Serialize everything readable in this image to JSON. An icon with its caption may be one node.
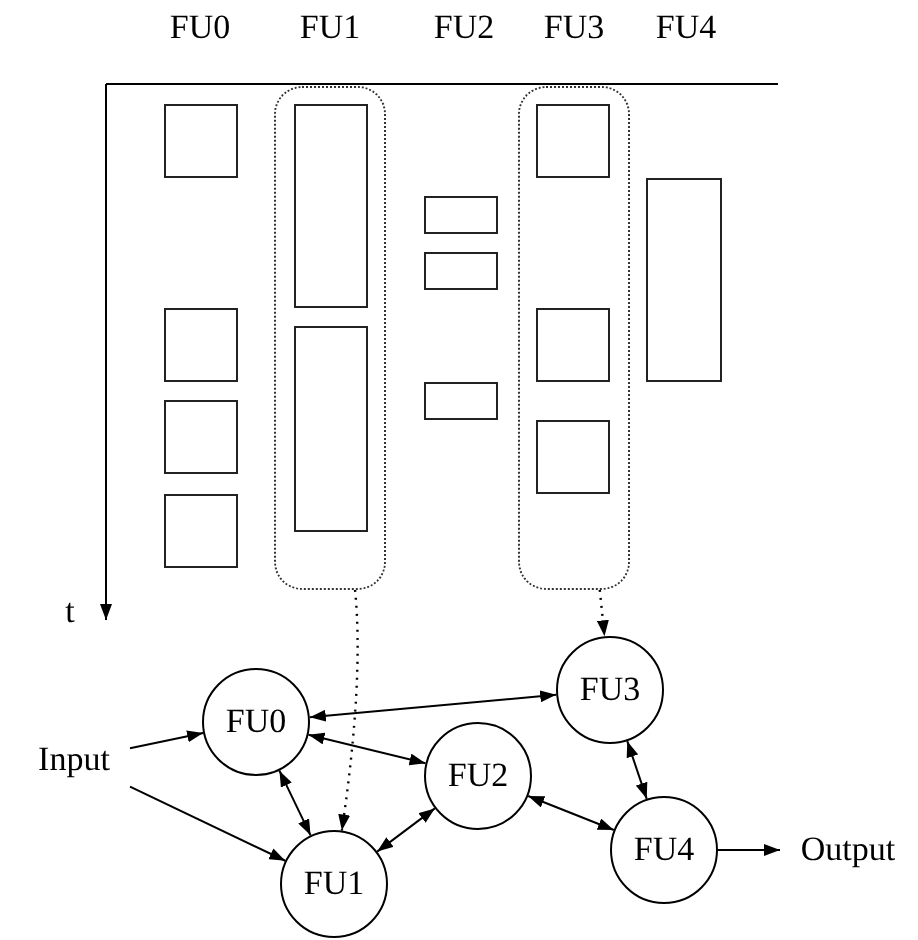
{
  "diagram": {
    "nodes": [
      {
        "text": [],
        "shape": "box"
      },
      {
        "text": [],
        "shape": "box"
      },
      {
        "text": [],
        "shape": "box"
      },
      {
        "text": [],
        "shape": "box"
      },
      {
        "text": [],
        "shape": "box"
      },
      {
        "text": [],
        "shape": "box",
        "in": 4
      },
      {
        "text": [],
        "shape": "box",
        "in": 4
      },
      {
        "text": [],
        "shape": "box"
      },
      {
        "text": [],
        "shape": "box"
      },
      {
        "text": [],
        "shape": "box"
      },
      {
        "text": [],
        "shape": "box"
      },
      {
        "text": [],
        "shape": "box",
        "in": 10
      },
      {
        "text": [],
        "shape": "box",
        "in": 10
      },
      {
        "text": [],
        "shape": "box",
        "in": 10
      },
      {
        "text": [],
        "shape": "box"
      },
      {
        "text": [
          "Input"
        ]
      },
      {
        "text": [
          "FU0"
        ]
      },
      {
        "text": [
          "FU3"
        ]
      },
      {
        "text": [
          "FU2"
        ]
      },
      {
        "text": [
          "FU1"
        ]
      },
      {
        "text": [
          "FU4"
        ]
      },
      {
        "text": [
          "Output"
        ]
      }
    ],
    "edges": [
      {
        "from": 15,
        "to": 16,
        "arrow": "to"
      },
      {
        "from": 15,
        "to": 19,
        "arrow": "to"
      },
      {
        "from": 16,
        "to": 17,
        "arrow": "both"
      },
      {
        "from": 16,
        "to": 18,
        "arrow": "both"
      },
      {
        "from": 16,
        "to": 19,
        "arrow": "both"
      },
      {
        "from": 19,
        "to": 18,
        "arrow": "both"
      },
      {
        "from": 17,
        "to": 20,
        "arrow": "both"
      },
      {
        "from": 18,
        "to": 20,
        "arrow": "both"
      },
      {
        "from": 20,
        "to": 21,
        "arrow": "to"
      },
      {
        "from": 4,
        "to": 19,
        "arrow": "to",
        "style": "dashed"
      },
      {
        "from": 10,
        "to": 17,
        "arrow": "to",
        "style": "dashed"
      }
    ],
    "labels": [
      "FU0",
      "FU1",
      "FU2",
      "FU3",
      "FU4",
      "t"
    ]
  }
}
